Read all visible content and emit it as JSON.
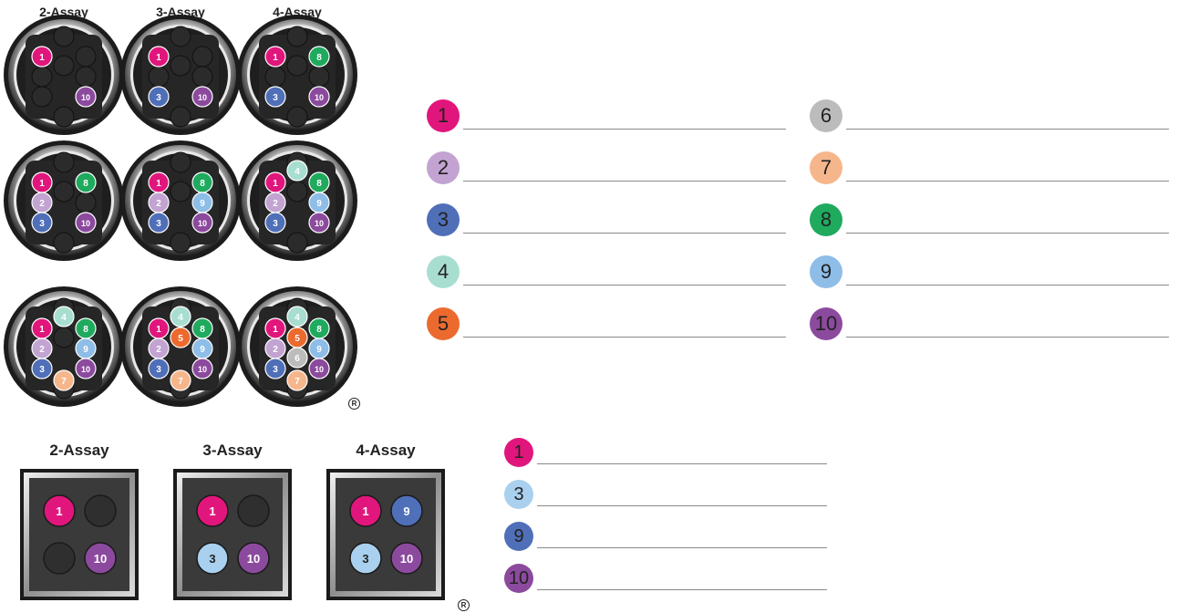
{
  "colors": {
    "1": "#e1167c",
    "2": "#c2a3d1",
    "3": "#4f6fb8",
    "4": "#a8ded0",
    "5": "#ec6a2e",
    "6": "#bcbcbc",
    "7": "#f6b68c",
    "8": "#1faa5e",
    "9": "#8ebde8",
    "10": "#8c4a9e",
    "empty": "#2b2b2b"
  },
  "round_plates": [
    {
      "title": "2-Assay",
      "filled": [
        "1",
        "10"
      ]
    },
    {
      "title": "3-Assay",
      "filled": [
        "1",
        "3",
        "10"
      ]
    },
    {
      "title": "4-Assay",
      "filled": [
        "1",
        "3",
        "8",
        "10"
      ]
    },
    {
      "title": "5-Assay",
      "filled": [
        "1",
        "2",
        "3",
        "8",
        "10"
      ]
    },
    {
      "title": "6-Assay",
      "filled": [
        "1",
        "2",
        "3",
        "8",
        "9",
        "10"
      ]
    },
    {
      "title": "7-Assay",
      "filled": [
        "1",
        "2",
        "3",
        "4",
        "8",
        "9",
        "10"
      ]
    },
    {
      "title": "8-Assay",
      "filled": [
        "1",
        "2",
        "3",
        "4",
        "7",
        "8",
        "9",
        "10"
      ]
    },
    {
      "title": "9-Assay",
      "filled": [
        "1",
        "2",
        "3",
        "4",
        "5",
        "7",
        "8",
        "9",
        "10"
      ]
    },
    {
      "title": "10-Assay",
      "filled": [
        "1",
        "2",
        "3",
        "4",
        "5",
        "6",
        "7",
        "8",
        "9",
        "10"
      ]
    }
  ],
  "round_legend_left": [
    "1",
    "2",
    "3",
    "4",
    "5"
  ],
  "round_legend_right": [
    "6",
    "7",
    "8",
    "9",
    "10"
  ],
  "square_plates": [
    {
      "title": "2-Assay",
      "wells": [
        "1",
        "",
        "",
        "10"
      ]
    },
    {
      "title": "3-Assay",
      "wells": [
        "1",
        "",
        "3",
        "10"
      ]
    },
    {
      "title": "4-Assay",
      "wells": [
        "1",
        "9",
        "3",
        "10"
      ]
    }
  ],
  "square_colors": {
    "1": "#e1167c",
    "3": "#a9d0ee",
    "9": "#4f6fb8",
    "10": "#8c4a9e"
  },
  "square_legend": [
    "1",
    "3",
    "9",
    "10"
  ],
  "registered_mark": "R"
}
